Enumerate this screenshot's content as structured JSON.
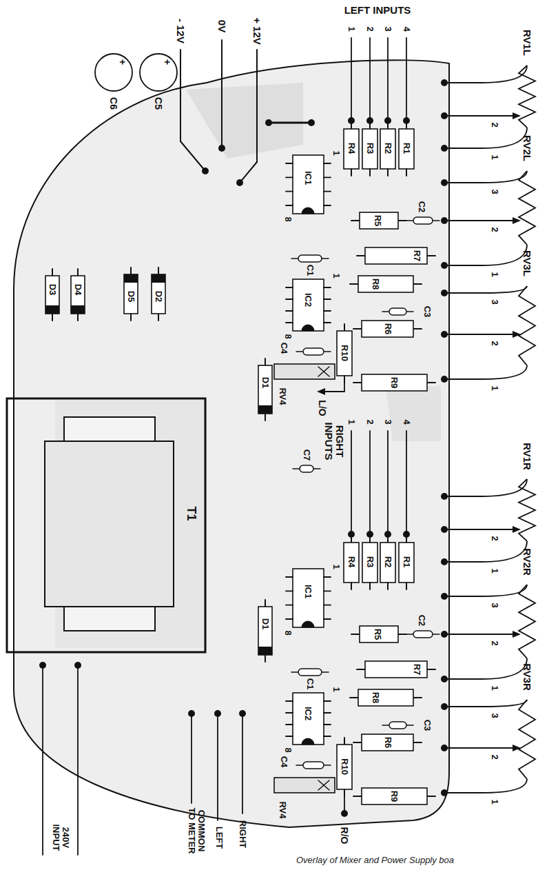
{
  "diagram": {
    "caption": "Overlay of Mixer and Power Supply boa",
    "labels": [
      "- 12V",
      "0V",
      "+ 12V",
      "LEFT INPUTS",
      "1",
      "2",
      "3",
      "4",
      "RV1L",
      "R4",
      "R3",
      "R2",
      "R1",
      "2",
      "1",
      "C6",
      "+",
      "C5",
      "+",
      "IC1",
      "8",
      "1",
      "C2",
      "R5",
      "RV2L",
      "3",
      "R7",
      "2",
      "C1",
      "R8",
      "1",
      "IC2",
      "8",
      "1",
      "C3",
      "R6",
      "RV3L",
      "3",
      "2",
      "R9",
      "1",
      "C4",
      "R10",
      "RV4",
      "L/O",
      "D3",
      "D4",
      "D5",
      "D2",
      "D1",
      "RIGHT INPUTS",
      "1",
      "2",
      "3",
      "4",
      "T1",
      "C7",
      "R4",
      "R3",
      "R2",
      "R1",
      "RV1R",
      "2",
      "1",
      "IC1",
      "8",
      "1",
      "C2",
      "R5",
      "RV2R",
      "3",
      "R7",
      "2",
      "C1",
      "R8",
      "1",
      "IC2",
      "8",
      "1",
      "C3",
      "R6",
      "RV3R",
      "3",
      "2",
      "R9",
      "1",
      "C4",
      "R10",
      "RV4",
      "D1",
      "R/O",
      "240V INPUT",
      "COMMON TO METER",
      "LEFT",
      "RIGHT"
    ]
  }
}
